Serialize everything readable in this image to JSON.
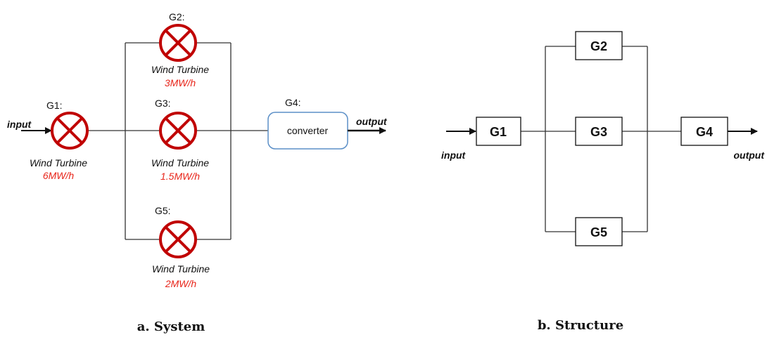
{
  "colors": {
    "turbine": "#c00000",
    "power_text": "#e8261b",
    "converter_border": "#5b8fc7",
    "line": "#333333"
  },
  "system": {
    "caption": "a. System",
    "input_label": "input",
    "output_label": "output",
    "g1": {
      "name": "G1:",
      "type": "Wind Turbine",
      "power": "6MW/h"
    },
    "g2": {
      "name": "G2:",
      "type": "Wind Turbine",
      "power": "3MW/h"
    },
    "g3": {
      "name": "G3:",
      "type": "Wind Turbine",
      "power": "1.5MW/h"
    },
    "g5": {
      "name": "G5:",
      "type": "Wind Turbine",
      "power": "2MW/h"
    },
    "g4": {
      "name": "G4:",
      "converter_label": "converter"
    }
  },
  "structure": {
    "caption": "b. Structure",
    "input_label": "input",
    "output_label": "output",
    "blocks": {
      "g1": "G1",
      "g2": "G2",
      "g3": "G3",
      "g4": "G4",
      "g5": "G5"
    }
  }
}
